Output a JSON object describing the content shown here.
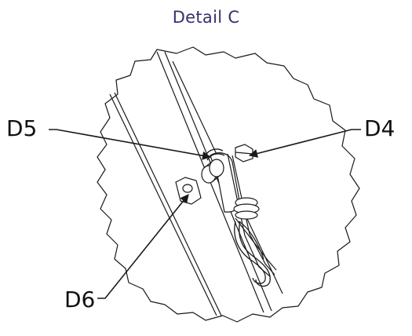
{
  "figure": {
    "title": "Detail C",
    "title_color": "#3b2f6e",
    "line_color": "#1a1a1a"
  },
  "callouts": [
    {
      "id": "D5",
      "label": "D5"
    },
    {
      "id": "D4",
      "label": "D4"
    },
    {
      "id": "D6",
      "label": "D6"
    }
  ]
}
